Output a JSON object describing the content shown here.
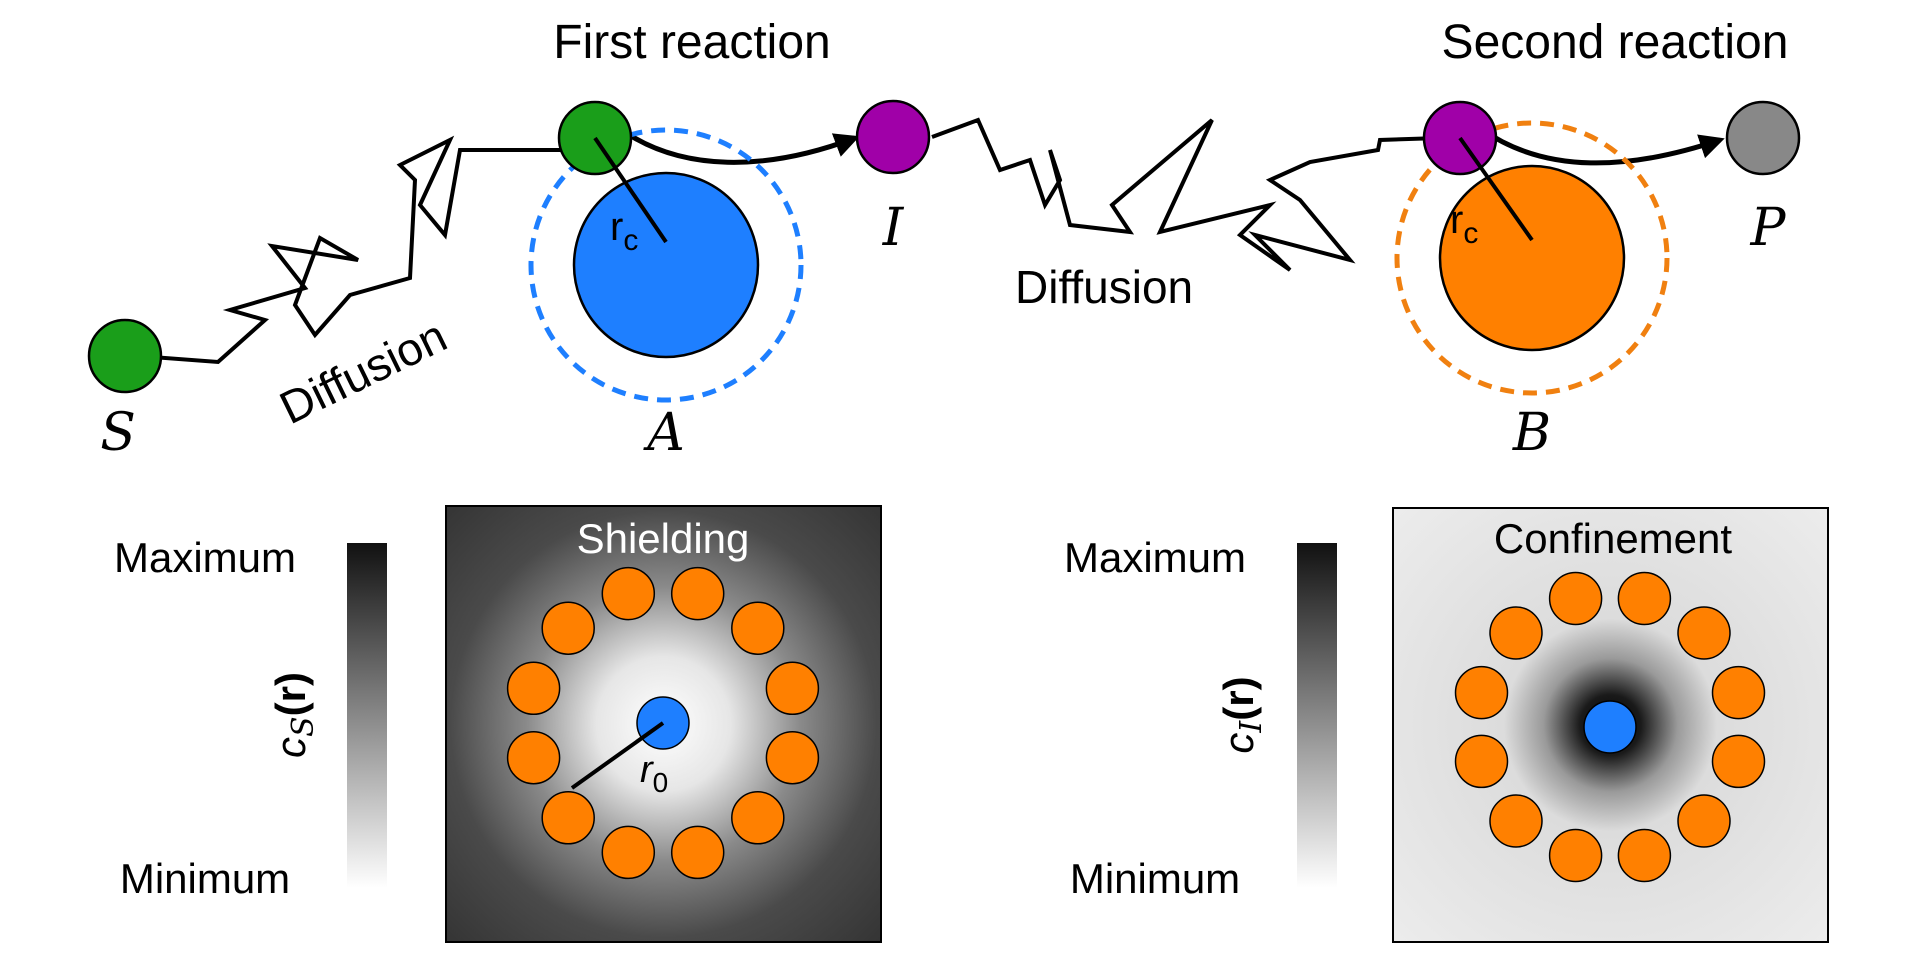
{
  "top": {
    "first_reaction": "First reaction",
    "second_reaction": "Second reaction",
    "diffusion_left": "Diffusion",
    "diffusion_right": "Diffusion",
    "capture_radius_label": "r",
    "capture_radius_sub": "c"
  },
  "symbols": {
    "substrate": "S",
    "enzyme_a": "A",
    "intermediate": "I",
    "enzyme_b": "B",
    "product": "P"
  },
  "shielding": {
    "title": "Shielding",
    "radius_label": "r",
    "radius_sub": "0",
    "colorbar_max": "Maximum",
    "colorbar_min": "Minimum",
    "colorbar_label": "c",
    "colorbar_sub": "S",
    "colorbar_arg": "(r)"
  },
  "confinement": {
    "title": "Confinement",
    "colorbar_max": "Maximum",
    "colorbar_min": "Minimum",
    "colorbar_label": "c",
    "colorbar_sub": "I",
    "colorbar_arg": "(r)"
  },
  "colors": {
    "substrate": "#1a9e1a",
    "enzyme_a": "#1e7fff",
    "intermediate": "#a000a8",
    "enzyme_b": "#ff8000",
    "product": "#888888",
    "shield_bg": "#3d3d3d"
  }
}
